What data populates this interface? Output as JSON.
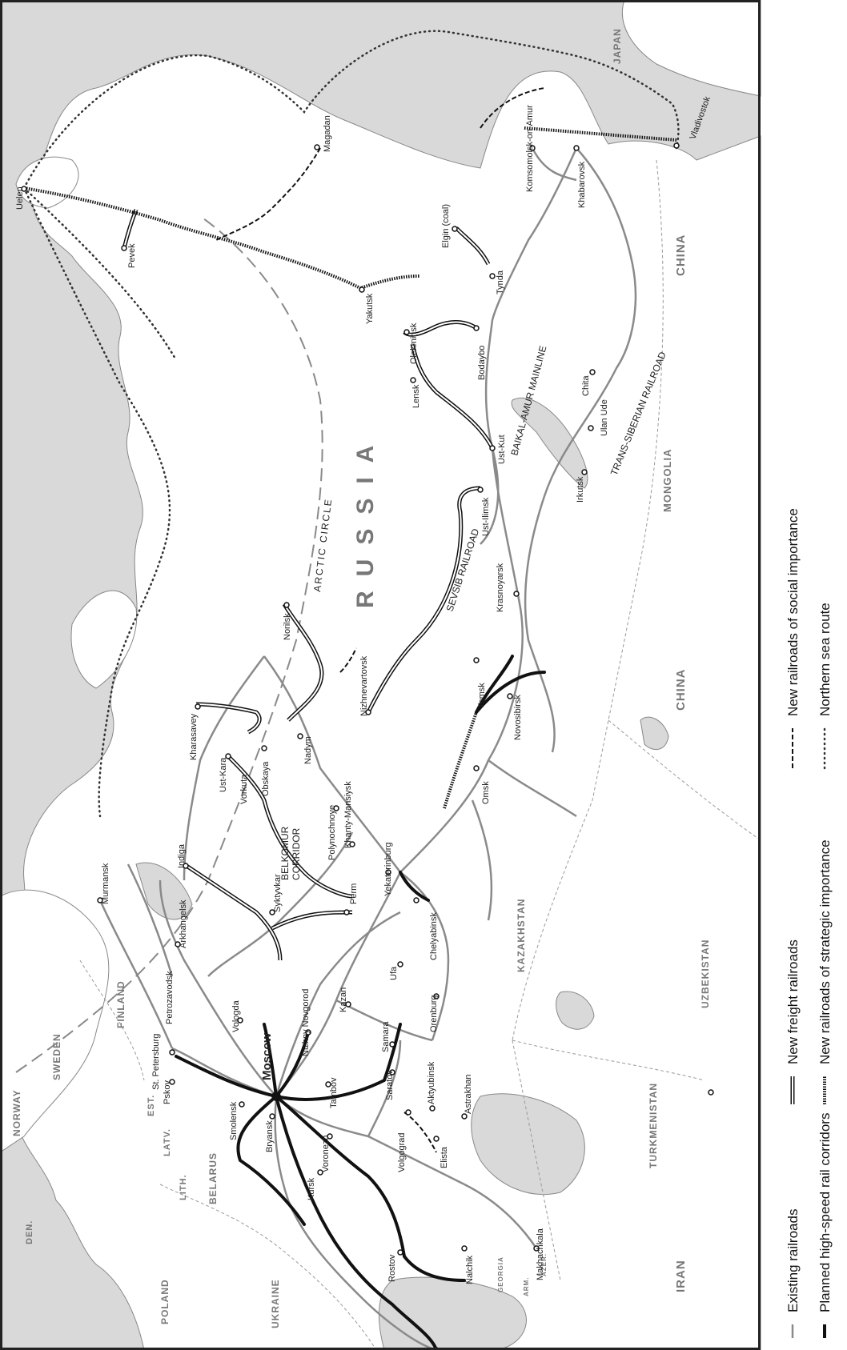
{
  "map": {
    "region_label": "RUSSIA",
    "cities": {
      "uelen": "Uelen",
      "pevek": "Pevek",
      "magadan": "Magadan",
      "vladivostok": "Vladivostok",
      "komsomolsk": "Komsomolsk-on-Amur",
      "khabarovsk": "Khabarovsk",
      "elgin": "Elgin (coal)",
      "tynda": "Tynda",
      "yakutsk": "Yakutsk",
      "olekminsk": "Olekminsk",
      "bodaybo": "Bodaybo",
      "chita": "Chita",
      "ulan_ude": "Ulan Ude",
      "lensk": "Lensk",
      "ust_kut": "Ust-Kut",
      "irkutsk": "Irkutsk",
      "ust_ilimsk": "Ust-Ilimsk",
      "krasnoyarsk": "Krasnoyarsk",
      "norilsk": "Norilsk",
      "nizhnevartovsk": "Nizhnevartovsk",
      "tomsk": "Tomsk",
      "novosibirsk": "Novosibirsk",
      "omsk": "Omsk",
      "kharasavey": "Kharasavey",
      "nadym": "Nadym",
      "ust_kara": "Ust-Kara",
      "vorkuta": "Vorkuta",
      "obskaya": "Obskaya",
      "polynochnoye": "Polynochnoye",
      "khanty": "Khanty-Mansiysk",
      "yekaterinburg": "Yekaterinburg",
      "chelyabinsk": "Chelyabinsk",
      "murmansk": "Murmansk",
      "indiga": "Indiga",
      "syktyvkar": "Syktyvkar",
      "arkhangelsk": "Arkhangelsk",
      "perm": "Perm",
      "petrozavodsk": "Petrozavodsk",
      "vologda": "Vologda",
      "nizhny": "Nizhny Novgorod",
      "kazan": "Kazan",
      "ufa": "Ufa",
      "orenburg": "Orenburg",
      "st_petersburg": "St. Petersburg",
      "pskov": "Pskov",
      "moscow": "Moscow",
      "samara": "Samara",
      "saratov": "Saratov",
      "tambov": "Tambov",
      "aktyubinsk": "Aktyubinsk",
      "astrakhan": "Astrakhan",
      "smolensk": "Smolensk",
      "bryansk": "Bryansk",
      "voronezh": "Voronezh",
      "kursk": "Kursk",
      "volgograd": "Volgograd",
      "elista": "Elista",
      "rostov": "Rostov",
      "nalchik": "Nalchik",
      "makhachkala": "Makhachkala"
    },
    "countries": {
      "japan": "JAPAN",
      "china": "CHINA",
      "mongolia": "MONGOLIA",
      "kazakhstan": "KAZAKHSTAN",
      "uzbekistan": "UZBEKISTAN",
      "turkmenistan": "TURKMENISTAN",
      "iran": "IRAN",
      "finland": "FINLAND",
      "sweden": "SWEDEN",
      "norway": "NORWAY",
      "den": "DEN.",
      "est": "EST.",
      "latv": "LATV.",
      "lith": "LITH.",
      "belarus": "BELARUS",
      "poland": "POLAND",
      "ukraine": "UKRAINE",
      "georgia": "GEORGIA",
      "arm": "ARM.",
      "azer": "AZER."
    },
    "features": {
      "arctic_circle": "ARCTIC CIRCLE",
      "bam": "BAIKAL-AMUR MAINLINE",
      "transsib": "TRANS-SIBERIAN RAILROAD",
      "sevsib": "SEVSIB RAILROAD",
      "belkomur_1": "BELKOMUR",
      "belkomur_2": "CORRIDOR"
    }
  },
  "legend": {
    "existing": "Existing railroads",
    "highspeed": "Planned high-speed rail corridors",
    "freight": "New freight railroads",
    "strategic": "New railroads of strategic importance",
    "social": "New railroads of social importance",
    "sea": "Northern sea route"
  },
  "colors": {
    "water": "#d9d9d9",
    "land": "#ffffff",
    "existing": "#8a8a8a",
    "highspeed": "#111111",
    "border": "#222222",
    "label_gray": "#777777"
  }
}
